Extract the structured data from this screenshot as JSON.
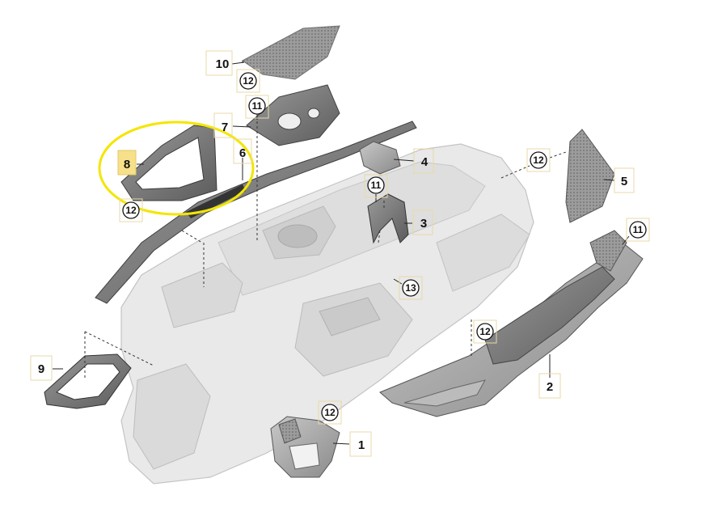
{
  "callouts": {
    "p1": "1",
    "p2": "2",
    "p3": "3",
    "p4": "4",
    "p5": "5",
    "p6": "6",
    "p7": "7",
    "p8": "8",
    "p9": "9",
    "p10": "10"
  },
  "refs": {
    "r11": "11",
    "r12": "12",
    "r13": "13"
  },
  "colors": {
    "highlight_ring": "#f3e600",
    "highlight_label_bg": "#f6e08a",
    "part_dark": "#7a7a7a",
    "dashboard": "#e6e6e6"
  }
}
